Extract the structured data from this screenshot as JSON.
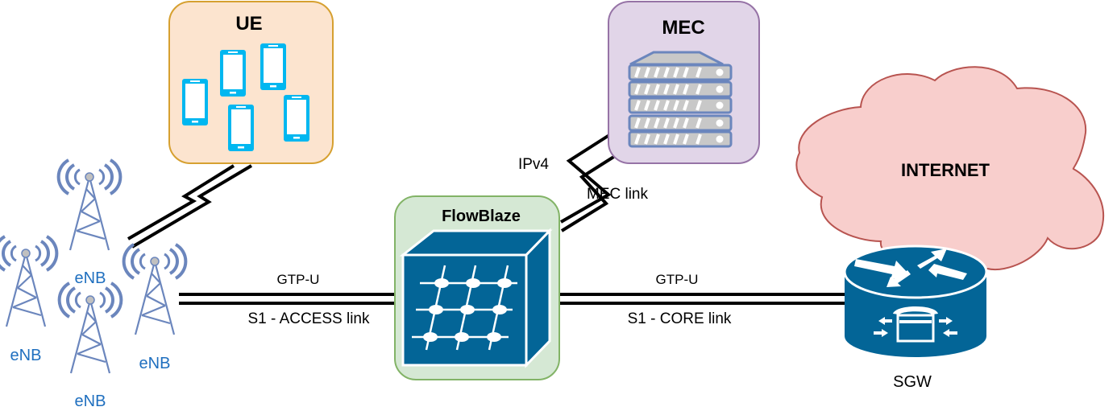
{
  "nodes": {
    "ue": {
      "title": "UE",
      "fill": "#fce4cf",
      "stroke": "#d6a030"
    },
    "mec": {
      "title": "MEC",
      "fill": "#e1d5e8",
      "stroke": "#9673a6"
    },
    "flowblaze": {
      "title": "FlowBlaze",
      "fill": "#d5e8d4",
      "stroke": "#82b366"
    },
    "internet": {
      "title": "INTERNET",
      "fill": "#f8cecc",
      "stroke": "#b85450"
    },
    "sgw": {
      "label": "SGW"
    },
    "enbs": [
      {
        "label": "eNB"
      },
      {
        "label": "eNB"
      },
      {
        "label": "eNB"
      },
      {
        "label": "eNB"
      }
    ]
  },
  "links": {
    "access": {
      "protocol": "GTP-U",
      "name": "S1 - ACCESS link"
    },
    "core": {
      "protocol": "GTP-U",
      "name": "S1 - CORE link"
    },
    "mec": {
      "protocol": "IPv4",
      "name": "MEC link"
    }
  },
  "colors": {
    "phone": "#00b7f0",
    "tower": "#6b86bd",
    "cisco_blue": "#036597",
    "server_gray": "#c8c8c8"
  }
}
